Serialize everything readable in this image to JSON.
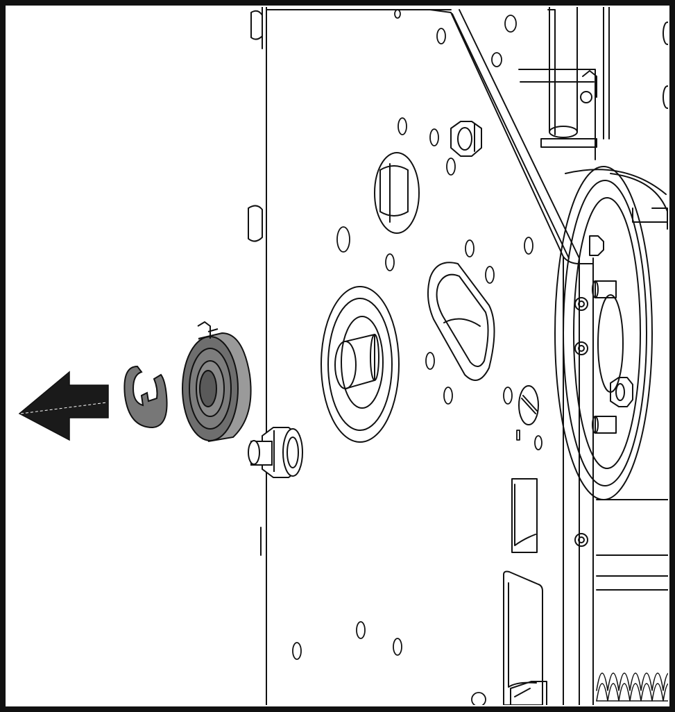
{
  "diagram": {
    "parts": [
      {
        "id": "back-plate",
        "label": ""
      },
      {
        "id": "side-plate",
        "label": ""
      },
      {
        "id": "bearing",
        "label": ""
      },
      {
        "id": "e-clip",
        "label": ""
      },
      {
        "id": "shaft-bolt",
        "label": ""
      },
      {
        "id": "drum",
        "label": ""
      },
      {
        "id": "spring",
        "label": ""
      }
    ],
    "arrow_direction": "left",
    "colors": {
      "outline": "#111111",
      "part_fill_dark": "#6e6e6e",
      "part_fill_mid": "#9a9a9a",
      "arrow_fill": "#1a1a1a",
      "background": "#ffffff"
    }
  }
}
